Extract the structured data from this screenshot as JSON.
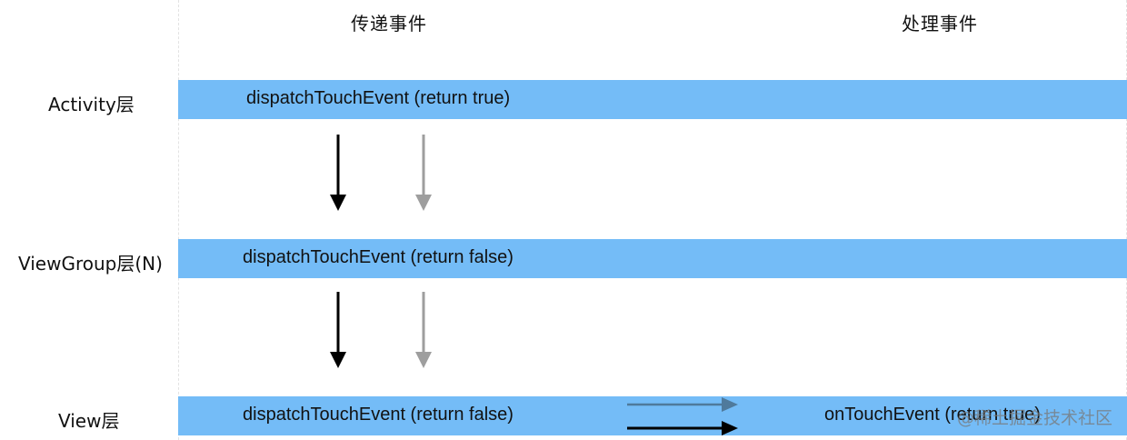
{
  "headers": {
    "dispatch": "传递事件",
    "handle": "处理事件"
  },
  "rows": [
    {
      "label": "Activity层",
      "dispatch_text": "dispatchTouchEvent (return true)"
    },
    {
      "label": "ViewGroup层(N)",
      "dispatch_text": "dispatchTouchEvent (return false)"
    },
    {
      "label": "View层",
      "dispatch_text": "dispatchTouchEvent (return false)",
      "handle_text": "onTouchEvent (return true)"
    }
  ],
  "watermark": "@稀土掘金技术社区",
  "colors": {
    "bar": "#74bcf7",
    "arrow_primary": "#000000",
    "arrow_secondary": "#9e9e9e",
    "arrow_tertiary": "#4f7a9c"
  }
}
